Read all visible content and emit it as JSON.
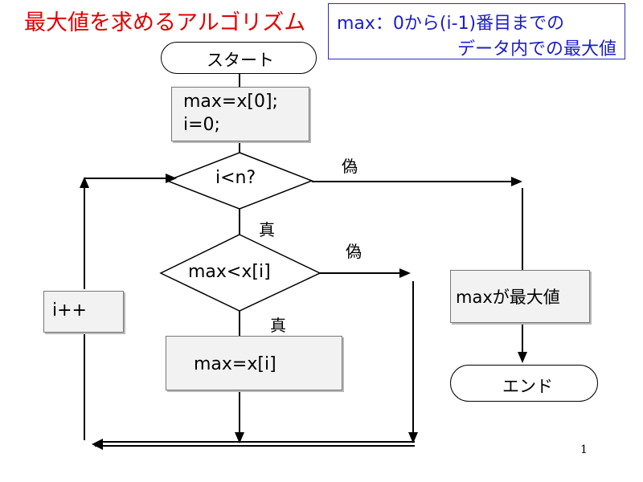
{
  "title": "最大値を求めるアルゴリズム",
  "note": {
    "line1": "max：0から(i-1)番目までの",
    "line2": "データ内での最大値"
  },
  "start": {
    "label": "スタート"
  },
  "init": {
    "line1": "max=x[0];",
    "line2": "i=0;"
  },
  "cond_loop": {
    "label": "i<n?"
  },
  "cond_max": {
    "label": "max<x[i]"
  },
  "assign": {
    "label": "max=x[i]"
  },
  "increment": {
    "label": "i++"
  },
  "result": {
    "label": "maxが最大値"
  },
  "end": {
    "label": "エンド"
  },
  "edge_labels": {
    "false1": "偽",
    "true1": "真",
    "false2": "偽",
    "true2": "真"
  },
  "page_number": "1"
}
